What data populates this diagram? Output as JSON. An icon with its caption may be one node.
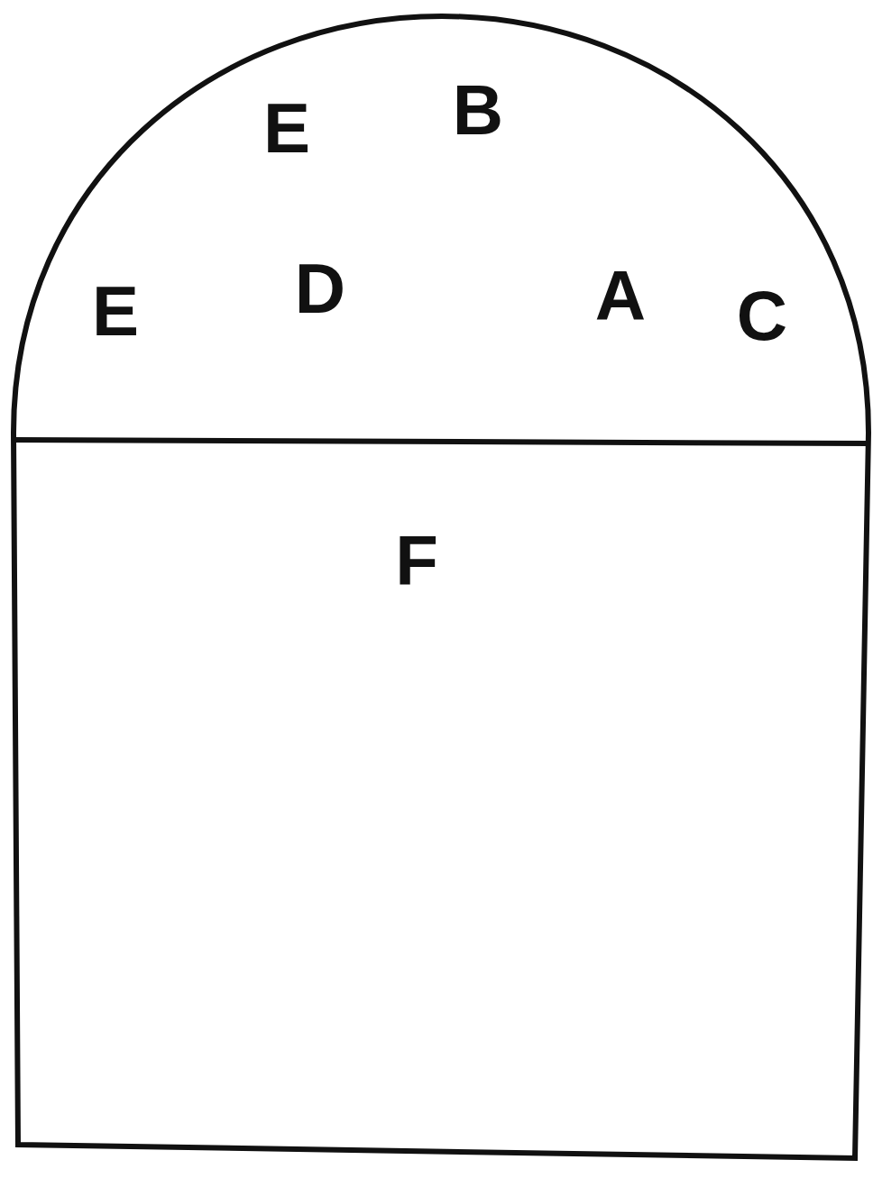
{
  "diagram": {
    "labels": [
      "E",
      "B",
      "E",
      "D",
      "A",
      "C",
      "F"
    ]
  }
}
